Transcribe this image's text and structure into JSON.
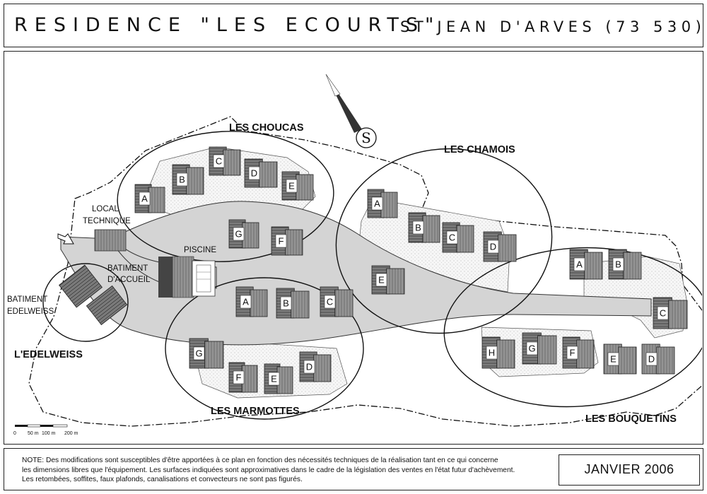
{
  "header": {
    "title": "RESIDENCE \"LES ECOURTS\"",
    "location": "ST JEAN D'ARVES (73 530)"
  },
  "map": {
    "compass_letter": "S",
    "zones": {
      "choucas": "LES CHOUCAS",
      "chamois": "LES CHAMOIS",
      "bouquetins": "LES BOUQUETINS",
      "marmottes": "LES MARMOTTES",
      "edelweiss": "L'EDELWEISS"
    },
    "facilities": {
      "local_technique_1": "LOCAL",
      "local_technique_2": "TECHNIQUE",
      "piscine": "PISCINE",
      "accueil_1": "BATIMENT",
      "accueil_2": "D'ACCUEIL",
      "edelweiss_bld_1": "BATIMENT",
      "edelweiss_bld_2": "EDELWEISS"
    },
    "buildings": {
      "choucas": [
        "A",
        "B",
        "C",
        "D",
        "E",
        "G",
        "F"
      ],
      "chamois": [
        "A",
        "B",
        "C",
        "D",
        "E"
      ],
      "marmottes": [
        "A",
        "B",
        "C",
        "G",
        "F",
        "E",
        "D"
      ],
      "bouquetins": [
        "A",
        "B",
        "C",
        "H",
        "G",
        "F",
        "E",
        "D"
      ]
    },
    "scale": {
      "t0": "0",
      "t1": "50 m",
      "t2": "100 m",
      "t3": "200 m"
    },
    "colors": {
      "road": "#d4d4d4",
      "building_dark": "#6a6a6a",
      "building_light": "#9a9a9a",
      "compass": "#333333"
    }
  },
  "footer": {
    "note_lines": [
      "NOTE: Des modifications sont susceptibles d'être apportées à ce plan en fonction des nécessités techniques de la réalisation tant en ce qui concerne",
      "les dimensions libres que l'équipement. Les surfaces indiquées sont approximatives dans le cadre de la législation des ventes en l'état futur d'achèvement.",
      "Les retombées, soffites, faux plafonds, canalisations et convecteurs ne sont pas figurés."
    ],
    "date": "JANVIER 2006"
  }
}
